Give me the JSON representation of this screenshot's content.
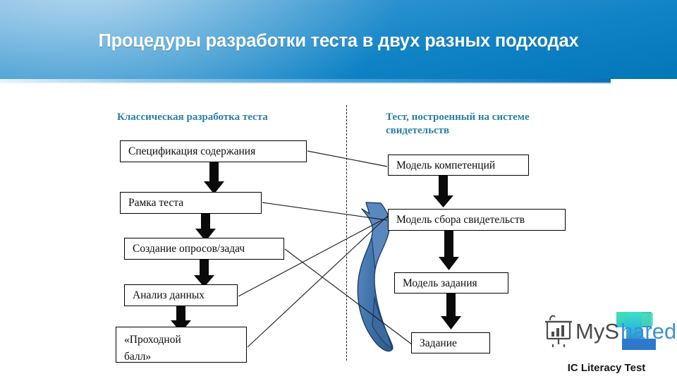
{
  "header": {
    "title": "Процедуры разработки теста в двух разных подходах",
    "background_color": "#0f83c6",
    "title_color": "#ffffff"
  },
  "diagram": {
    "divider": "dashed-vertical-separator",
    "accent_color": "#2a7fa3",
    "columns": [
      {
        "id": "classic",
        "heading": "Классическая разработка теста",
        "nodes": [
          {
            "id": "spec",
            "label": "Спецификация содержания"
          },
          {
            "id": "frame",
            "label": "Рамка теста"
          },
          {
            "id": "create",
            "label": "Создание опросов/задач"
          },
          {
            "id": "anal",
            "label": "Анализ данных"
          },
          {
            "id": "score",
            "label": "«Проходной\nбалл»"
          }
        ]
      },
      {
        "id": "evidence",
        "heading": "Тест, построенный на системе свидетельств",
        "nodes": [
          {
            "id": "comp",
            "label": "Модель компетенций"
          },
          {
            "id": "gather",
            "label": "Модель сбора свидетельств"
          },
          {
            "id": "task",
            "label": "Модель задания"
          },
          {
            "id": "item",
            "label": "Задание"
          }
        ]
      }
    ],
    "ribbon": {
      "name": "curved-blue-ribbon-arrow",
      "fill": "#4a7ab4",
      "stroke": "#1f3f6b"
    }
  },
  "watermark": {
    "brand": "MyShared",
    "caption": "IC Literacy Test",
    "logo_colors": {
      "top": "#3ddcc8",
      "mid": "#2fb7d6",
      "bottom": "#2f7fd0"
    }
  }
}
